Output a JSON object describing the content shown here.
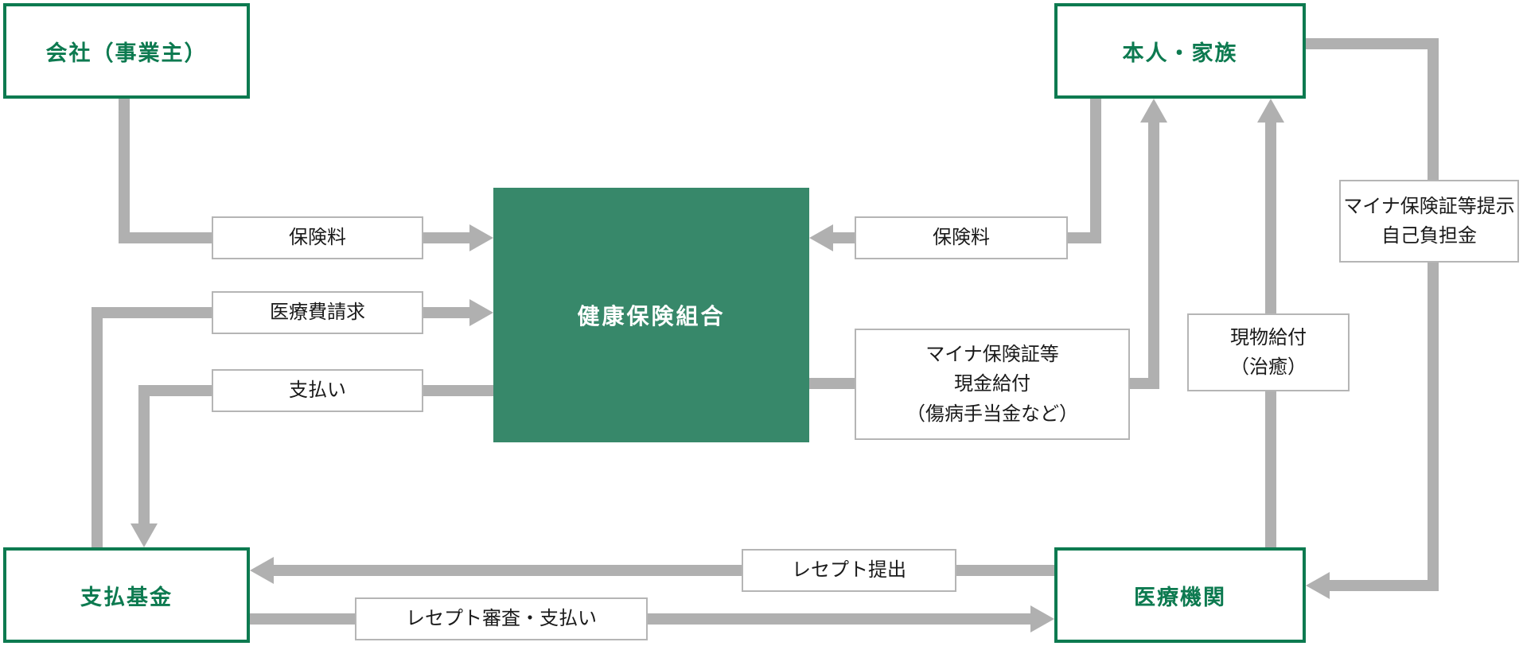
{
  "colors": {
    "green_border": "#0d7a50",
    "green_fill": "#37886a",
    "arrow_gray": "#b0b0b0",
    "label_border": "#b5b5b5",
    "text_dark": "#1a1a1a"
  },
  "nodes": {
    "company": {
      "label": "会社（事業主）"
    },
    "member": {
      "label": "本人・家族"
    },
    "kenpo": {
      "label": "健康保険組合"
    },
    "payment_fund": {
      "label": "支払基金"
    },
    "medical": {
      "label": "医療機関"
    }
  },
  "flows": {
    "premium_company": {
      "label": "保険料"
    },
    "medical_claim": {
      "label": "医療費請求"
    },
    "payment": {
      "label": "支払い"
    },
    "premium_member": {
      "label": "保険料"
    },
    "cash_benefit": {
      "lines": [
        "マイナ保険証等",
        "現金給付",
        "（傷病手当金など）"
      ]
    },
    "benefit_in_kind": {
      "lines": [
        "現物給付",
        "（治癒）"
      ]
    },
    "card_copay": {
      "lines": [
        "マイナ保険証等提示",
        "自己負担金"
      ]
    },
    "receipt_submit": {
      "label": "レセプト提出"
    },
    "receipt_review": {
      "label": "レセプト審査・支払い"
    }
  }
}
